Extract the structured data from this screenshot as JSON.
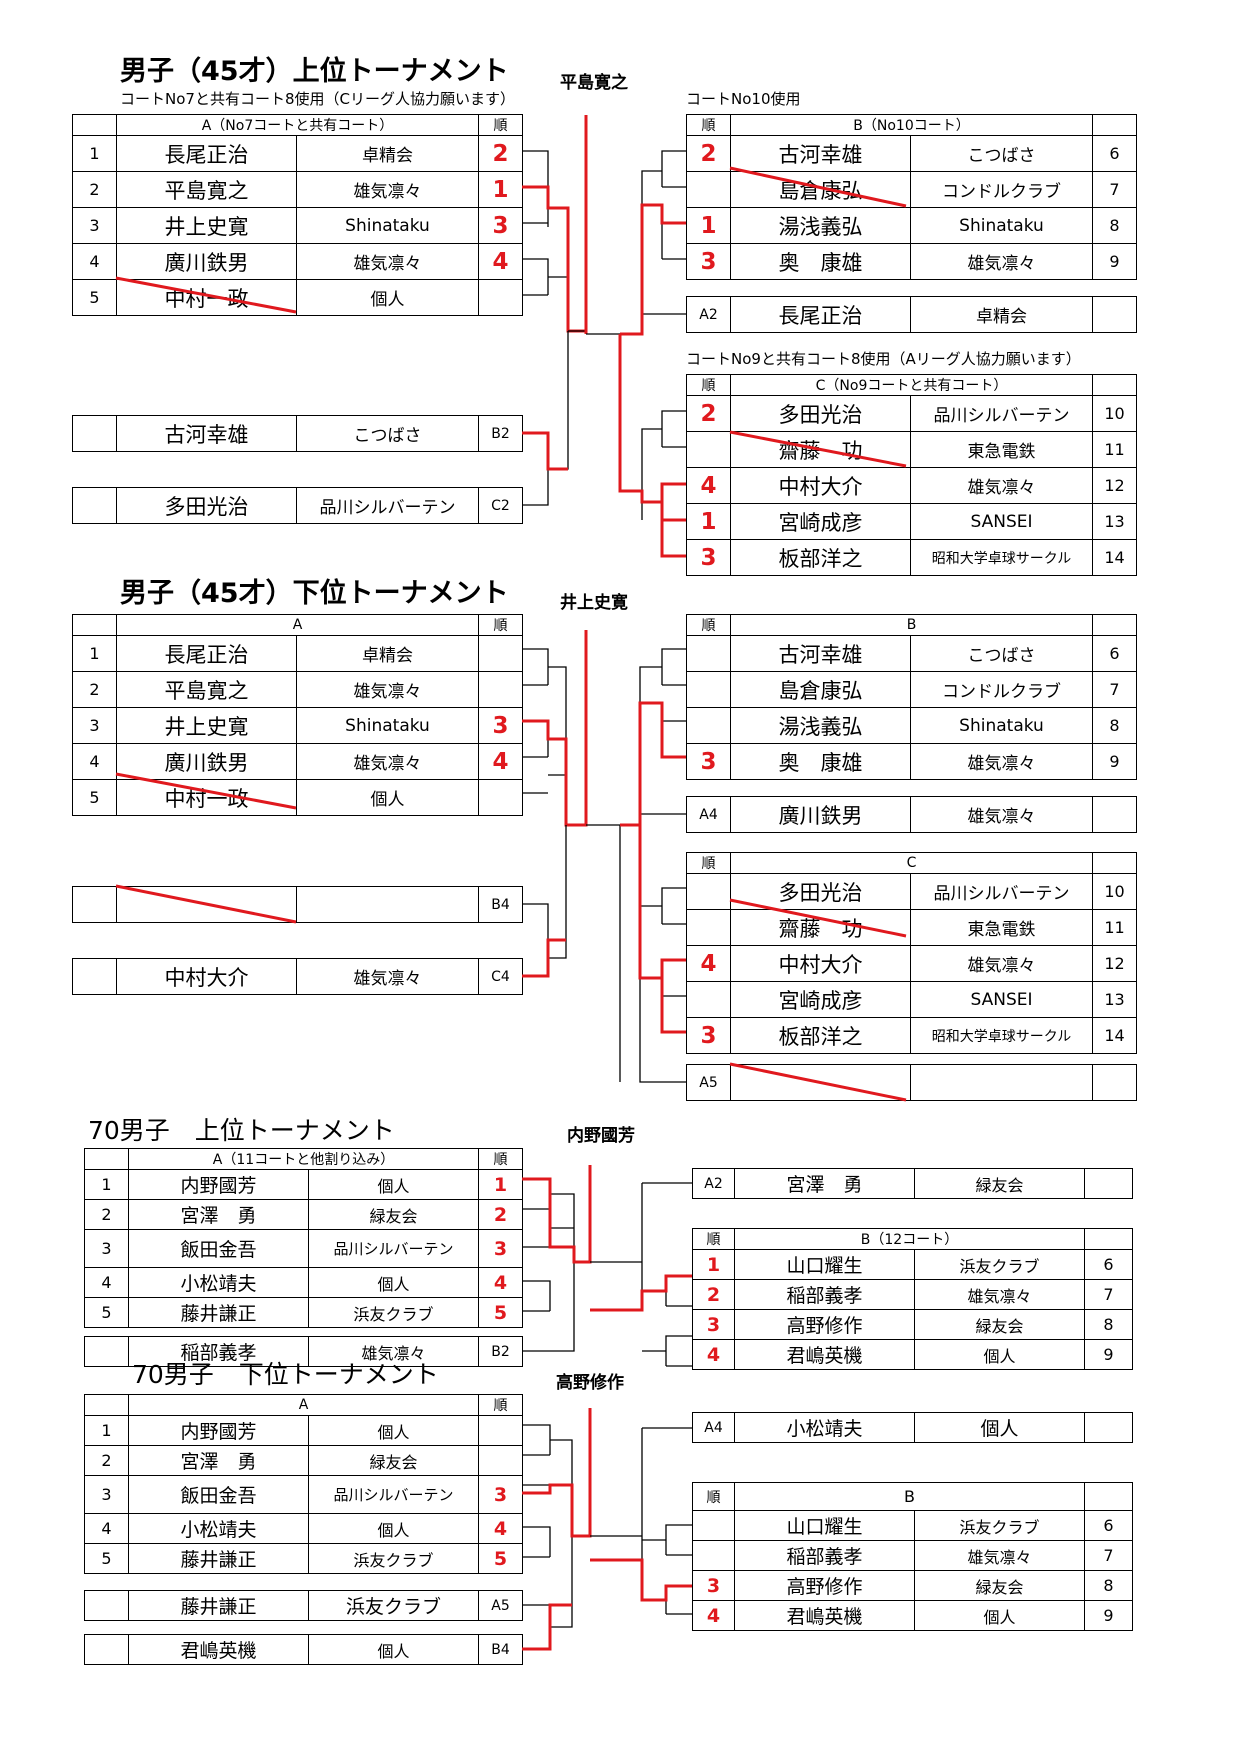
{
  "s1": {
    "title": "男子（45才）上位トーナメント",
    "note_a": "コートNo7と共有コート8使用（Cリーグ人協力願います）",
    "note_b": "コートNo10使用",
    "note_c": "コートNo9と共有コート8使用（Aリーグ人協力願います）",
    "winner": "平島寛之",
    "a_title": "A（No7コートと共有コート）",
    "b_title": "B（No10コート）",
    "c_title": "C（No9コートと共有コート）",
    "rank_hdr": "順",
    "a": [
      {
        "no": "1",
        "name": "長尾正治",
        "club": "卓精会",
        "rank": "2"
      },
      {
        "no": "2",
        "name": "平島寛之",
        "club": "雄気凛々",
        "rank": "1"
      },
      {
        "no": "3",
        "name": "井上史寛",
        "club": "Shinataku",
        "rank": "3"
      },
      {
        "no": "4",
        "name": "廣川鉄男",
        "club": "雄気凛々",
        "rank": "4"
      },
      {
        "no": "5",
        "name": "中村一政",
        "club": "個人",
        "rank": ""
      }
    ],
    "b": [
      {
        "rank": "2",
        "name": "古河幸雄",
        "club": "こつばさ",
        "no": "6"
      },
      {
        "rank": "",
        "name": "島倉康弘",
        "club": "コンドルクラブ",
        "no": "7"
      },
      {
        "rank": "1",
        "name": "湯浅義弘",
        "club": "Shinataku",
        "no": "8"
      },
      {
        "rank": "3",
        "name": "奥　康雄",
        "club": "雄気凛々",
        "no": "9"
      }
    ],
    "c": [
      {
        "rank": "2",
        "name": "多田光治",
        "club": "品川シルバーテン",
        "no": "10"
      },
      {
        "rank": "",
        "name": "齋藤　功",
        "club": "東急電鉄",
        "no": "11"
      },
      {
        "rank": "4",
        "name": "中村大介",
        "club": "雄気凛々",
        "no": "12"
      },
      {
        "rank": "1",
        "name": "宮崎成彦",
        "club": "SANSEI",
        "no": "13"
      },
      {
        "rank": "3",
        "name": "板部洋之",
        "club": "昭和大学卓球サークル",
        "no": "14"
      }
    ],
    "a2": {
      "tag": "A2",
      "name": "長尾正治",
      "club": "卓精会"
    },
    "b2": {
      "tag": "B2",
      "name": "古河幸雄",
      "club": "こつばさ"
    },
    "c2": {
      "tag": "C2",
      "name": "多田光治",
      "club": "品川シルバーテン"
    }
  },
  "s2": {
    "title": "男子（45才）下位トーナメント",
    "winner": "井上史寛",
    "a_title": "A",
    "b_title": "B",
    "c_title": "C",
    "rank_hdr": "順",
    "a": [
      {
        "no": "1",
        "name": "長尾正治",
        "club": "卓精会",
        "rank": ""
      },
      {
        "no": "2",
        "name": "平島寛之",
        "club": "雄気凛々",
        "rank": ""
      },
      {
        "no": "3",
        "name": "井上史寛",
        "club": "Shinataku",
        "rank": "3"
      },
      {
        "no": "4",
        "name": "廣川鉄男",
        "club": "雄気凛々",
        "rank": "4"
      },
      {
        "no": "5",
        "name": "中村一政",
        "club": "個人",
        "rank": ""
      }
    ],
    "b": [
      {
        "rank": "",
        "name": "古河幸雄",
        "club": "こつばさ",
        "no": "6"
      },
      {
        "rank": "",
        "name": "島倉康弘",
        "club": "コンドルクラブ",
        "no": "7"
      },
      {
        "rank": "",
        "name": "湯浅義弘",
        "club": "Shinataku",
        "no": "8"
      },
      {
        "rank": "3",
        "name": "奥　康雄",
        "club": "雄気凛々",
        "no": "9"
      }
    ],
    "c": [
      {
        "rank": "",
        "name": "多田光治",
        "club": "品川シルバーテン",
        "no": "10"
      },
      {
        "rank": "",
        "name": "齋藤　功",
        "club": "東急電鉄",
        "no": "11"
      },
      {
        "rank": "4",
        "name": "中村大介",
        "club": "雄気凛々",
        "no": "12"
      },
      {
        "rank": "",
        "name": "宮崎成彦",
        "club": "SANSEI",
        "no": "13"
      },
      {
        "rank": "3",
        "name": "板部洋之",
        "club": "昭和大学卓球サークル",
        "no": "14"
      }
    ],
    "a4": {
      "tag": "A4",
      "name": "廣川鉄男",
      "club": "雄気凛々"
    },
    "b4": {
      "tag": "B4",
      "name": "",
      "club": ""
    },
    "c4": {
      "tag": "C4",
      "name": "中村大介",
      "club": "雄気凛々"
    },
    "a5": {
      "tag": "A5",
      "name": "",
      "club": ""
    }
  },
  "s3": {
    "title": "70男子　上位トーナメント",
    "winner": "内野國芳",
    "a_title": "A（11コートと他割り込み）",
    "b_title": "B（12コート）",
    "rank_hdr": "順",
    "a": [
      {
        "no": "1",
        "name": "内野國芳",
        "club": "個人",
        "rank": "1"
      },
      {
        "no": "2",
        "name": "宮澤　勇",
        "club": "緑友会",
        "rank": "2"
      },
      {
        "no": "3",
        "name": "飯田金吾",
        "club": "品川シルバーテン",
        "rank": "3"
      },
      {
        "no": "4",
        "name": "小松靖夫",
        "club": "個人",
        "rank": "4"
      },
      {
        "no": "5",
        "name": "藤井謙正",
        "club": "浜友クラブ",
        "rank": "5"
      }
    ],
    "b": [
      {
        "rank": "1",
        "name": "山口耀生",
        "club": "浜友クラブ",
        "no": "6"
      },
      {
        "rank": "2",
        "name": "稲部義孝",
        "club": "雄気凛々",
        "no": "7"
      },
      {
        "rank": "3",
        "name": "高野修作",
        "club": "緑友会",
        "no": "8"
      },
      {
        "rank": "4",
        "name": "君嶋英機",
        "club": "個人",
        "no": "9"
      }
    ],
    "a2": {
      "tag": "A2",
      "name": "宮澤　勇",
      "club": "緑友会"
    },
    "b2": {
      "tag": "B2",
      "name": "稲部義孝",
      "club": "雄気凛々"
    }
  },
  "s4": {
    "title": "70男子　下位トーナメント",
    "winner": "高野修作",
    "a_title": "A",
    "b_title": "B",
    "rank_hdr": "順",
    "a": [
      {
        "no": "1",
        "name": "内野國芳",
        "club": "個人",
        "rank": ""
      },
      {
        "no": "2",
        "name": "宮澤　勇",
        "club": "緑友会",
        "rank": ""
      },
      {
        "no": "3",
        "name": "飯田金吾",
        "club": "品川シルバーテン",
        "rank": "3"
      },
      {
        "no": "4",
        "name": "小松靖夫",
        "club": "個人",
        "rank": "4"
      },
      {
        "no": "5",
        "name": "藤井謙正",
        "club": "浜友クラブ",
        "rank": "5"
      }
    ],
    "b": [
      {
        "rank": "",
        "name": "山口耀生",
        "club": "浜友クラブ",
        "no": "6"
      },
      {
        "rank": "",
        "name": "稲部義孝",
        "club": "雄気凛々",
        "no": "7"
      },
      {
        "rank": "3",
        "name": "高野修作",
        "club": "緑友会",
        "no": "8"
      },
      {
        "rank": "4",
        "name": "君嶋英機",
        "club": "個人",
        "no": "9"
      }
    ],
    "a4": {
      "tag": "A4",
      "name": "小松靖夫",
      "club": "個人"
    },
    "a5": {
      "tag": "A5",
      "name": "藤井謙正",
      "club": "浜友クラブ"
    },
    "b4": {
      "tag": "B4",
      "name": "君嶋英機",
      "club": "個人"
    }
  }
}
